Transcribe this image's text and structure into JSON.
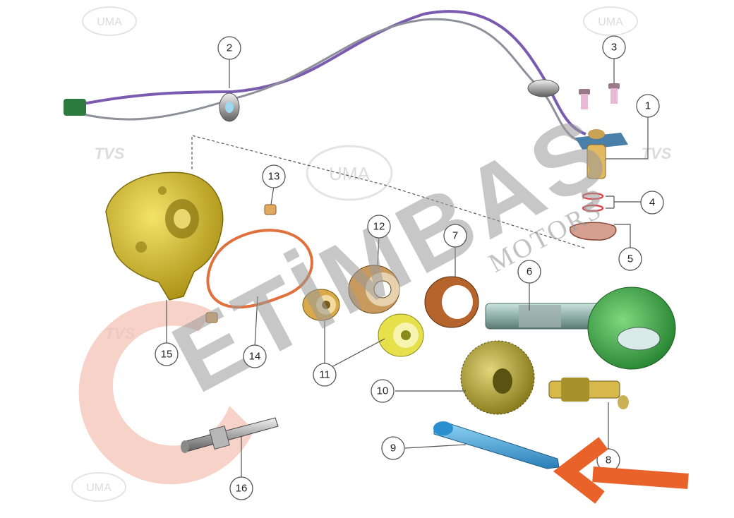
{
  "diagram": {
    "callouts": [
      {
        "label": "1"
      },
      {
        "label": "2"
      },
      {
        "label": "3"
      },
      {
        "label": "4"
      },
      {
        "label": "5"
      },
      {
        "label": "6"
      },
      {
        "label": "7"
      },
      {
        "label": "8"
      },
      {
        "label": "9"
      },
      {
        "label": "10"
      },
      {
        "label": "11"
      },
      {
        "label": "12"
      },
      {
        "label": "13"
      },
      {
        "label": "14"
      },
      {
        "label": "15"
      },
      {
        "label": "16"
      }
    ]
  },
  "watermarks": {
    "brand_main": "ETİMBAŞ",
    "brand_sub": "MOTORS",
    "logo_text": "UMA",
    "logo_text_2": "TVS"
  },
  "colors": {
    "highlight_arrow": "#e8622a",
    "housing": "#d8c23a",
    "gasket": "#e0703c",
    "gear_green": "#3fae3f",
    "gear_olive": "#b8a830",
    "bearing_gold": "#d9a94a",
    "seal_brown": "#b5652b",
    "shaft_blue": "#4aa8d8",
    "cable_purple": "#7a5bb0"
  }
}
